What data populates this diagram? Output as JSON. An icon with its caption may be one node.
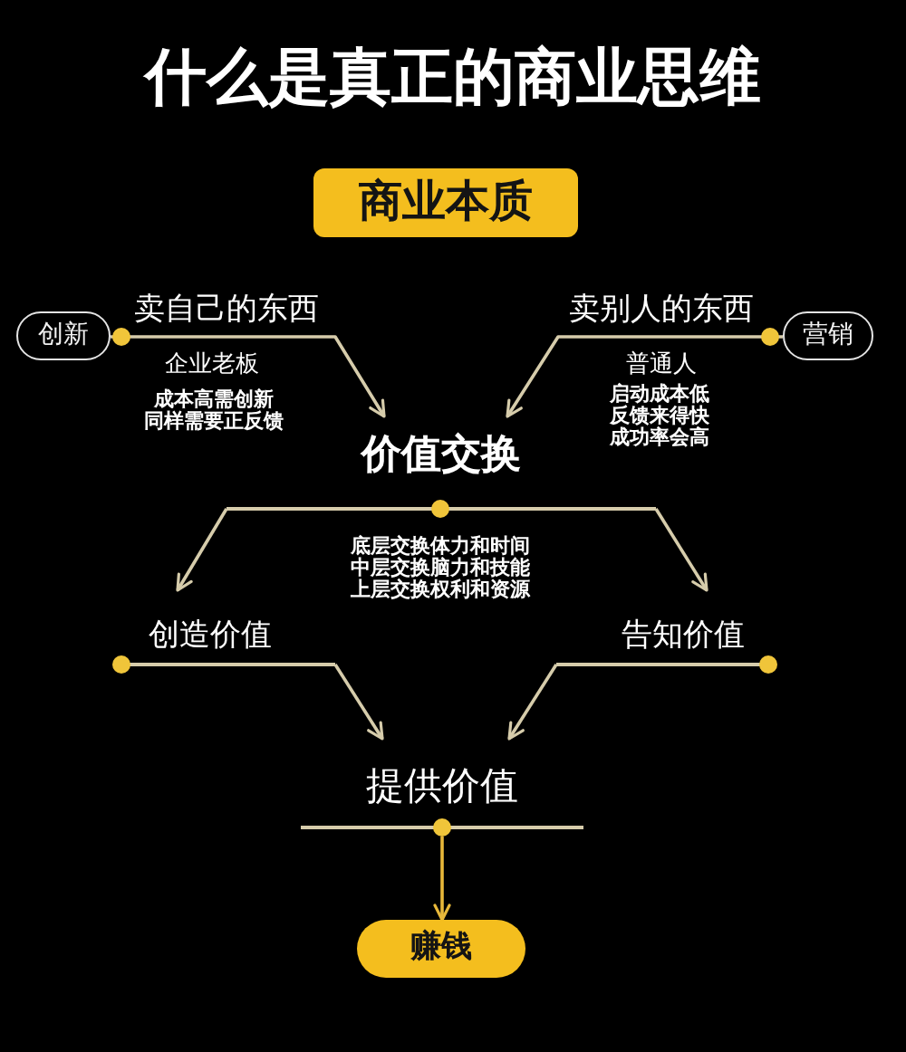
{
  "diagram": {
    "title": "什么是真正的商业思维",
    "nodes": [
      {
        "text": [
          "商业本质"
        ]
      },
      {
        "text": [
          "创新"
        ]
      },
      {
        "text": [
          "营销"
        ]
      },
      {
        "text": [
          "价值交换"
        ]
      },
      {
        "text": [
          "创造价值"
        ]
      },
      {
        "text": [
          "告知价值"
        ]
      },
      {
        "text": [
          "提供价值"
        ]
      },
      {
        "text": [
          "赚钱"
        ]
      }
    ],
    "edges": [
      {
        "from": 1,
        "to": 3,
        "arrow": "to",
        "label": "卖自己的东西"
      },
      {
        "from": 2,
        "to": 3,
        "arrow": "to",
        "label": "卖别人的东西"
      },
      {
        "from": 3,
        "to": 4,
        "arrow": "to"
      },
      {
        "from": 3,
        "to": 5,
        "arrow": "to"
      },
      {
        "from": 4,
        "to": 6,
        "arrow": "to"
      },
      {
        "from": 5,
        "to": 6,
        "arrow": "to"
      },
      {
        "from": 6,
        "to": 7,
        "arrow": "to",
        "color": "#e8b83a"
      }
    ],
    "labels": [
      "企业老板",
      "成本高需创新",
      "同样需要正反馈",
      "普通人",
      "启动成本低",
      "反馈来得快",
      "成功率会高",
      "底层交换体力和时间",
      "中层交换脑力和技能",
      "上层交换权利和资源"
    ]
  }
}
